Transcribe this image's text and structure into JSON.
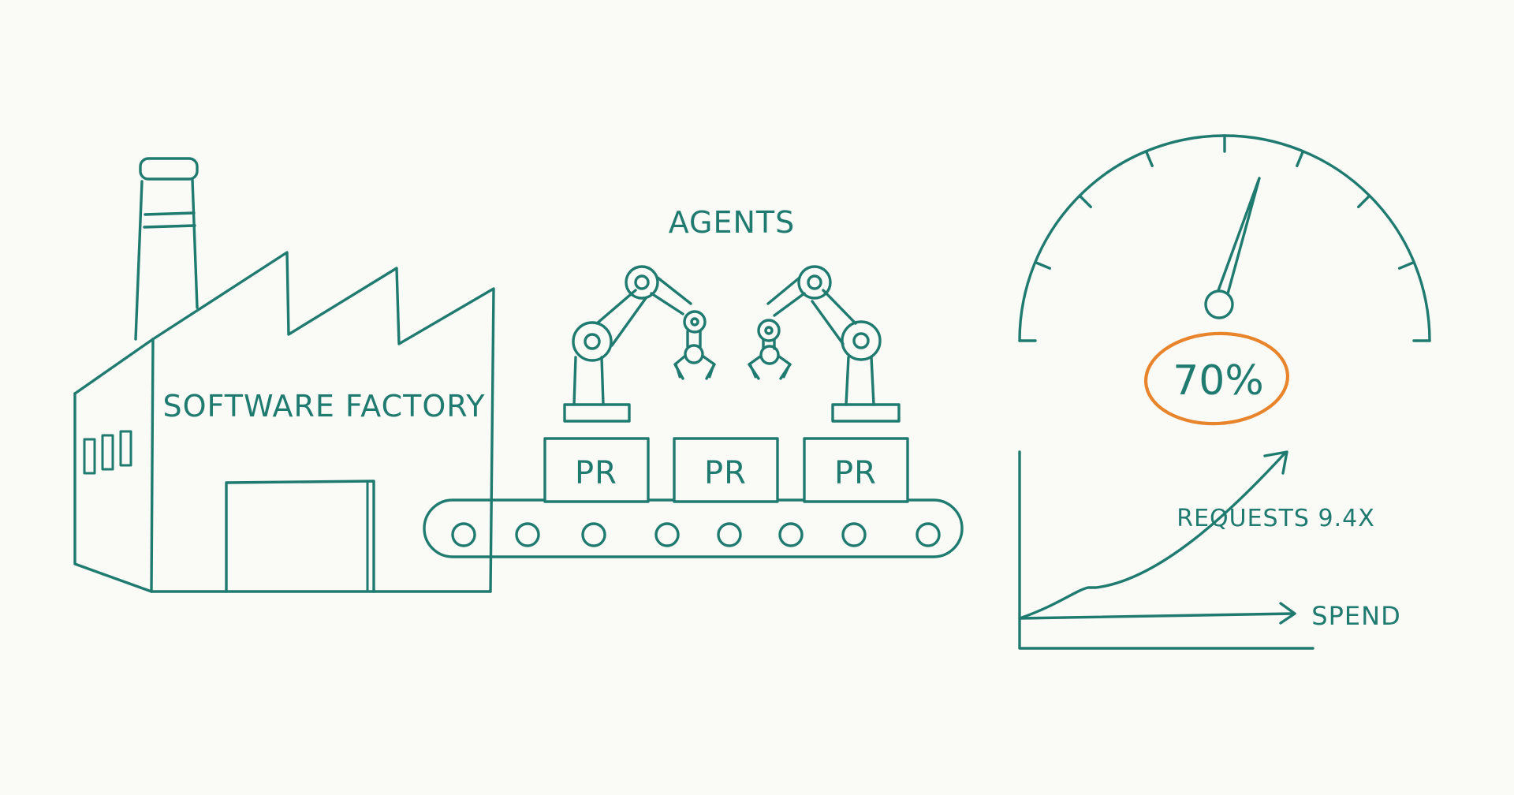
{
  "colors": {
    "ink": "#1f7a6f",
    "highlight": "#e8852c",
    "background": "#fafaf7"
  },
  "factory": {
    "label": "SOFTWARE FACTORY"
  },
  "agents": {
    "label": "AGENTS"
  },
  "boxes": [
    "PR",
    "PR",
    "PR"
  ],
  "gauge": {
    "label": "70%",
    "value_percent": 70
  },
  "growth_chart": {
    "y_label": "REQUESTS 9.4X",
    "x_label": "SPEND"
  },
  "icons": [
    "factory-icon",
    "robot-arm-icon",
    "robot-arm-icon",
    "conveyor-belt-icon",
    "gauge-icon",
    "trend-arrow-icon"
  ]
}
